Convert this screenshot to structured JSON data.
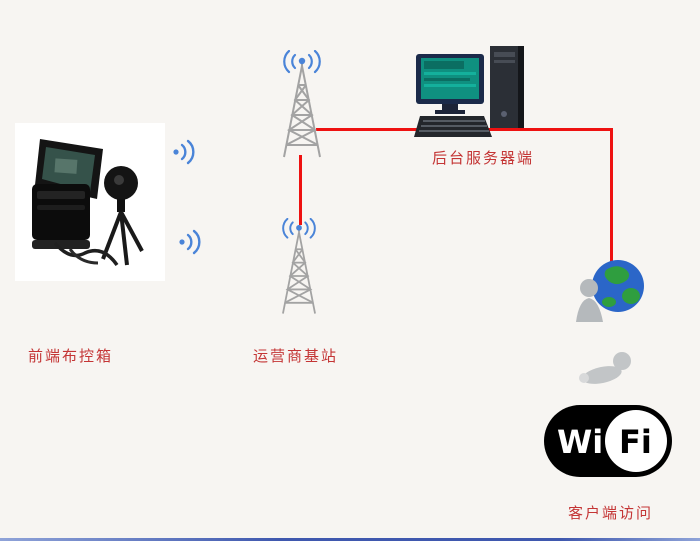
{
  "diagram": {
    "labels": {
      "front_box": "前端布控箱",
      "base_station": "运营商基站",
      "server": "后台服务器端",
      "client": "客户端访问"
    },
    "wifi_logo": {
      "wi": "Wi",
      "fi": "Fi"
    },
    "colors": {
      "connection_line": "#ee1111",
      "label_text": "#c43535",
      "signal_blue": "#4a84d8",
      "tower_gray": "#a3a3a3",
      "screen_teal": "#0f9080",
      "background": "#f7f5f2"
    },
    "icons": {
      "control-box-photo": "photo of portable control case with camera on tripod",
      "signal-waves-icon": "blue radio waves",
      "cell-tower-icon": "gray lattice tower with blue antenna dot and waves",
      "server-computer-icon": "desktop pc: monitor, tower case, keyboard",
      "globe-user-icon": "earth globe with gray person silhouette",
      "user-icon": "gray reclining person silhouette",
      "wifi-logo": "black pill WiFi logo"
    }
  }
}
